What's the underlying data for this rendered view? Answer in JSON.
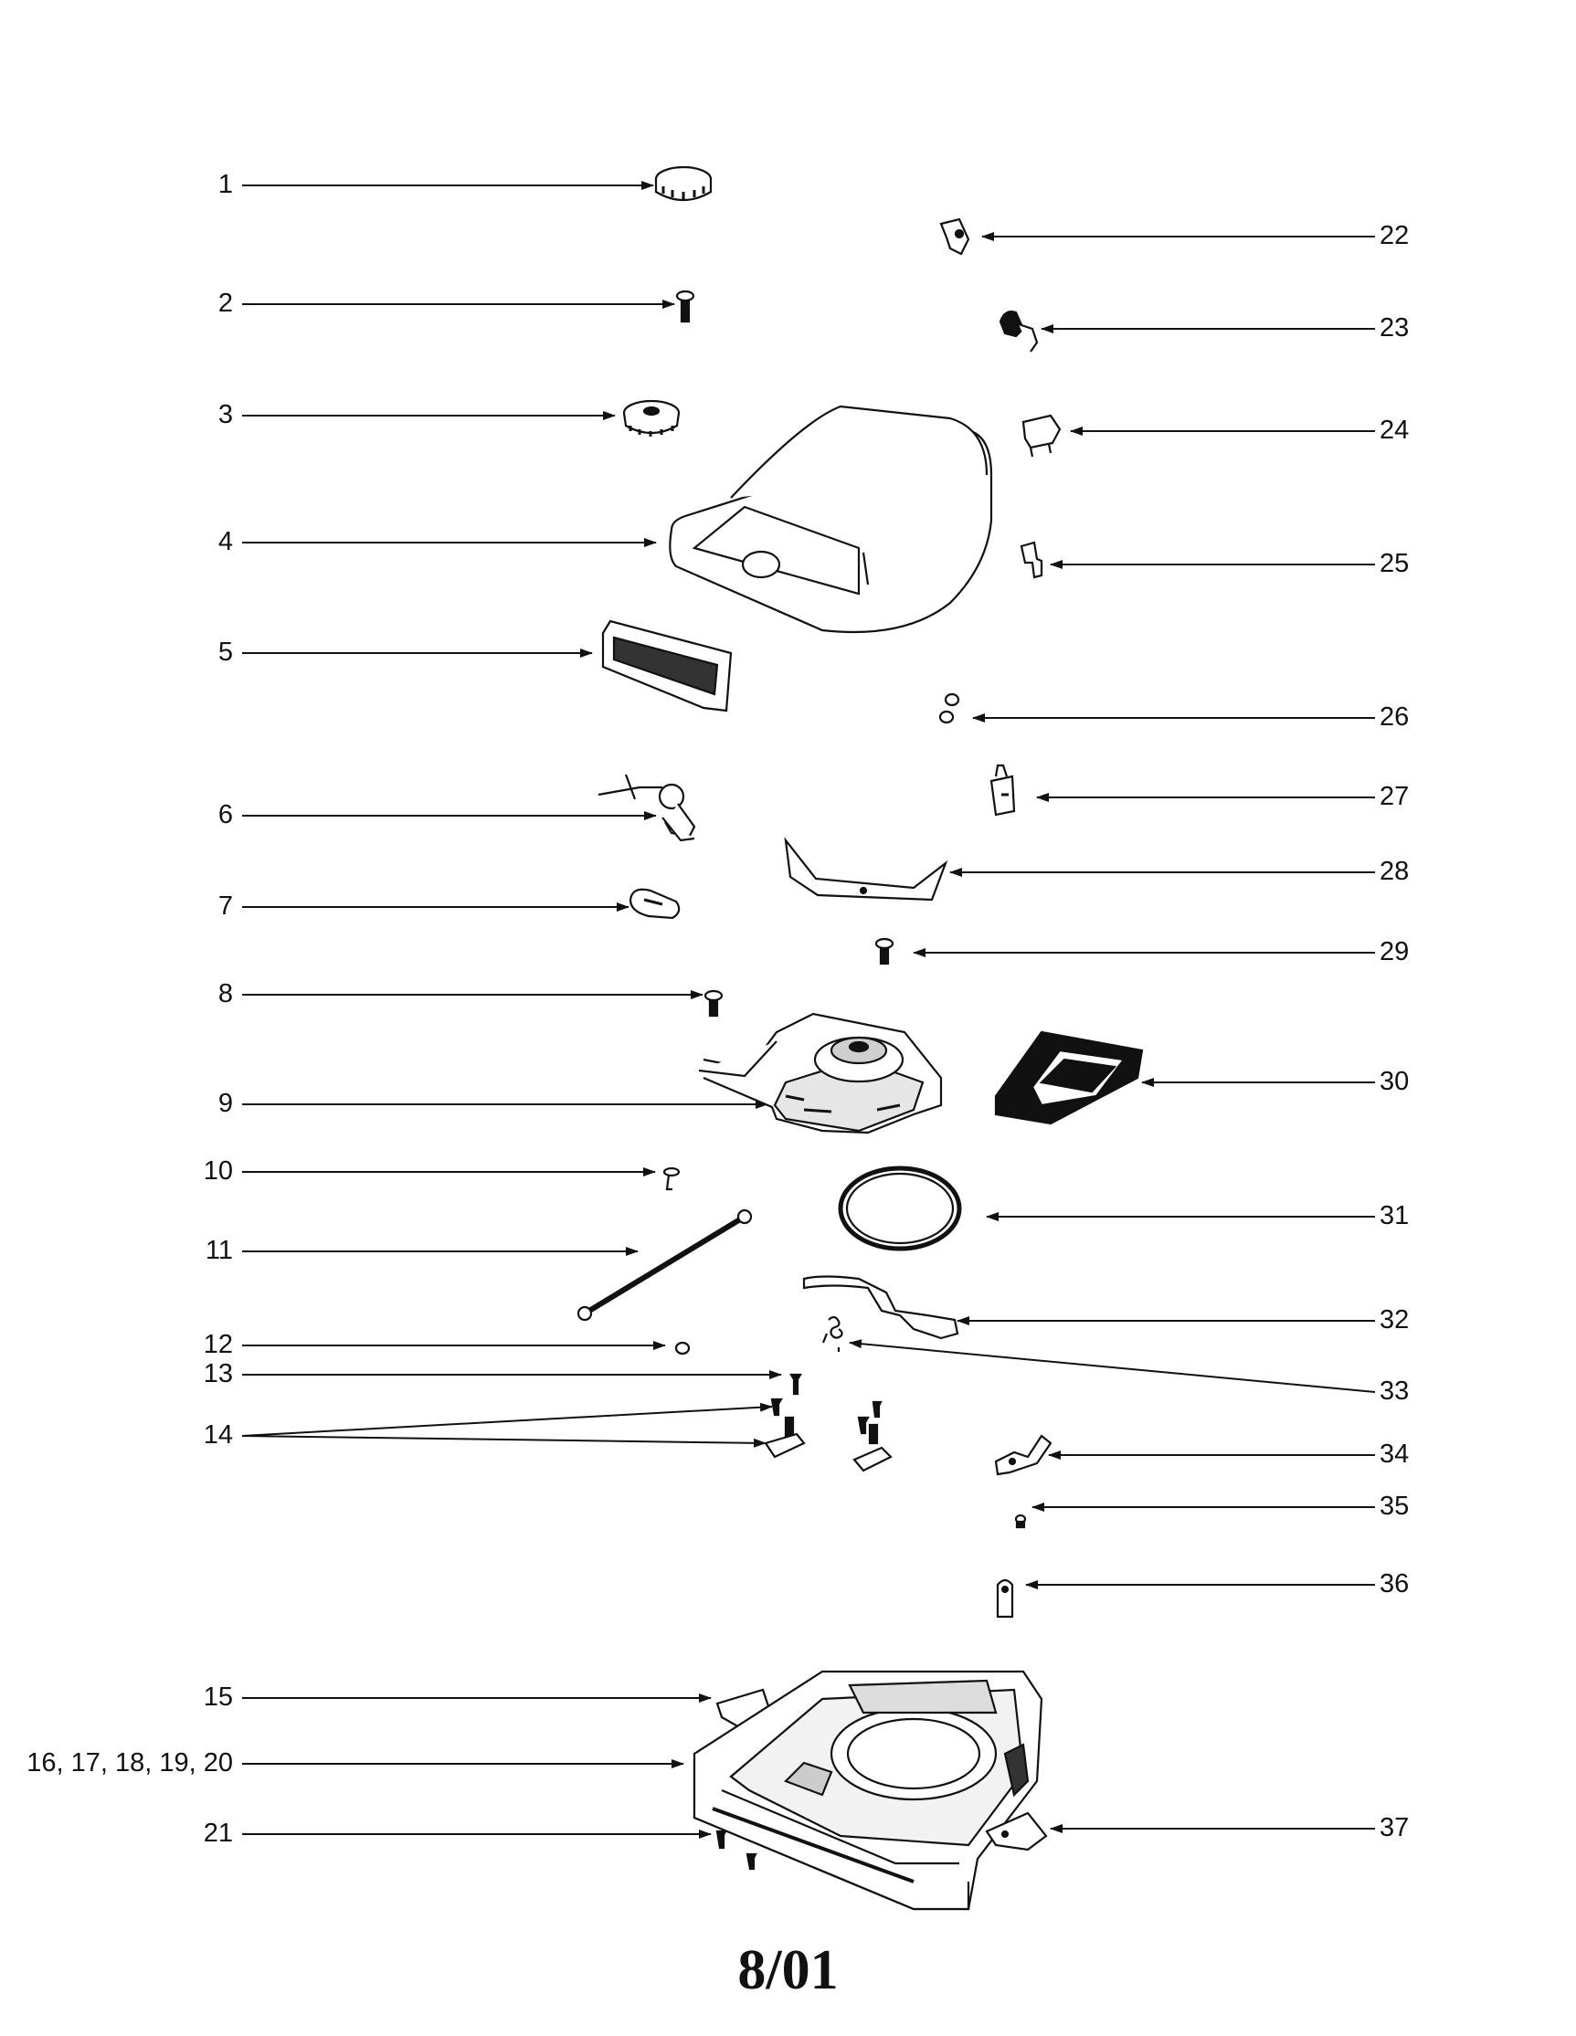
{
  "labels_left": [
    "1",
    "2",
    "3",
    "4",
    "5",
    "6",
    "7",
    "8",
    "9",
    "10",
    "11",
    "12",
    "13",
    "14",
    "15",
    "16, 17, 18, 19, 20",
    "21"
  ],
  "labels_right": [
    "22",
    "23",
    "24",
    "25",
    "26",
    "27",
    "28",
    "29",
    "30",
    "31",
    "32",
    "33",
    "34",
    "35",
    "36",
    "37"
  ],
  "footer": "8/01"
}
